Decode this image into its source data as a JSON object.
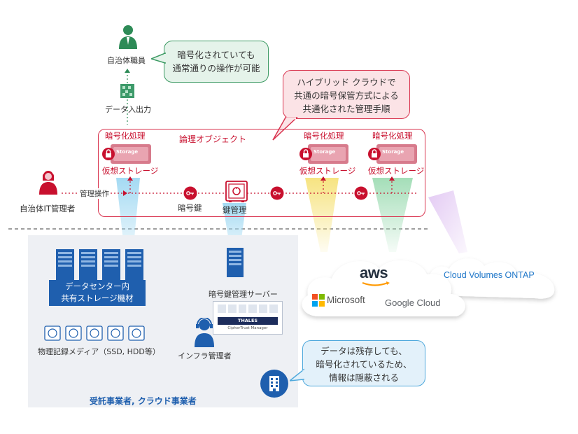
{
  "colors": {
    "accent_red": "#c8102e",
    "green": "#2e8b57",
    "blue": "#1f5fae",
    "cyan": "#6ec6ea"
  },
  "municipal_staff": {
    "label": "自治体職員"
  },
  "data_io": {
    "label": "データ入出力"
  },
  "callout_green": {
    "lines": [
      "暗号化されていても",
      "通常通りの操作が可能"
    ]
  },
  "callout_red": {
    "lines": [
      "ハイブリッド クラウドで",
      "共通の暗号保管方式による",
      "共通化された管理手順"
    ]
  },
  "logical_object": {
    "title": "論理オブジェクト"
  },
  "storage_units": [
    {
      "encrypt_label": "暗号化処理",
      "storage_label": "仮想ストレージ",
      "card_text": "Storage"
    },
    {
      "encrypt_label": "暗号化処理",
      "storage_label": "仮想ストレージ",
      "card_text": "Storage"
    },
    {
      "encrypt_label": "暗号化処理",
      "storage_label": "仮想ストレージ",
      "card_text": "Storage"
    }
  ],
  "it_admin": {
    "label": "自治体IT管理者",
    "operation_label": "管理操作"
  },
  "key": {
    "label": "暗号鍵",
    "management_label": "鍵管理"
  },
  "provider": {
    "title": "受託事業者, クラウド事業者",
    "datacenter_label": [
      "データセンター内",
      "共有ストレージ機材"
    ],
    "media_label": "物理記録メディア（SSD, HDD等）",
    "key_server_label": "暗号鍵管理サーバー",
    "appliance_brand": "THALES",
    "appliance_caption": "CipherTrust Manager",
    "infra_admin_label": "インフラ管理者"
  },
  "callout_blue": {
    "lines": [
      "データは残存しても、",
      "暗号化されているため、",
      "情報は隠蔽される"
    ]
  },
  "clouds": {
    "aws": "aws",
    "microsoft": "Microsoft",
    "google": "Google Cloud",
    "ontap": "Cloud Volumes ONTAP"
  }
}
